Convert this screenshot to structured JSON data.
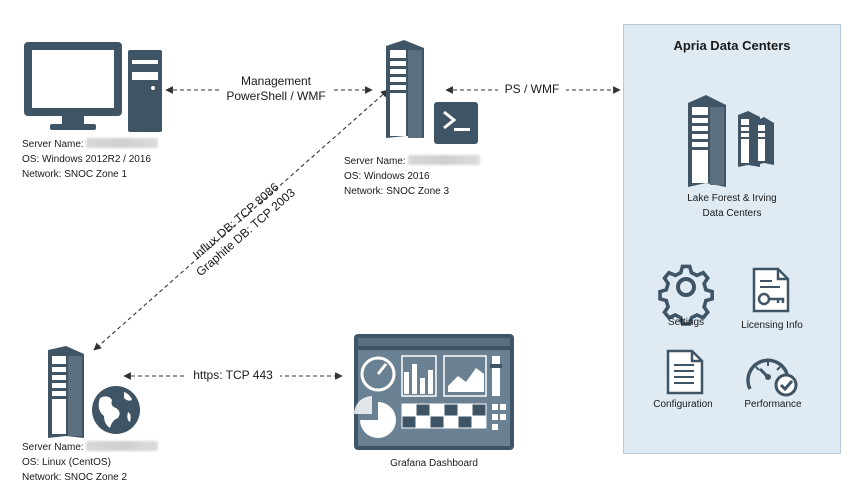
{
  "connections": {
    "management_line1": "Management",
    "management_line2": "PowerShell / WMF",
    "ps_wmf": "PS / WMF",
    "influx_line1": "Influx DB: TCP 8086",
    "influx_line2": "Graphite DB: TCP 2003",
    "https": "https: TCP 443"
  },
  "server1": {
    "name_label": "Server Name:",
    "os": "OS: Windows 2012R2 / 2016",
    "network": "Network: SNOC Zone 1",
    "icon": "desktop-computer-icon"
  },
  "server3": {
    "name_label": "Server Name:",
    "os": "OS: Windows 2016",
    "network": "Network: SNOC Zone 3",
    "icon": "server-powershell-icon"
  },
  "server2": {
    "name_label": "Server Name:",
    "os": "OS: Linux (CentOS)",
    "network": "Network: SNOC Zone 2",
    "icon": "server-globe-icon"
  },
  "grafana": {
    "label": "Grafana Dashboard",
    "icon": "dashboard-icon"
  },
  "panel": {
    "title": "Apria Data Centers",
    "datacenter_line1": "Lake Forest & Irving",
    "datacenter_line2": "Data Centers",
    "settings": "Settings",
    "licensing": "Licensing Info",
    "configuration": "Configuration",
    "performance": "Performance"
  },
  "colors": {
    "icon_dark": "#3f5566",
    "panel_bg": "#dfeaf3",
    "panel_border": "#b9cad8"
  }
}
